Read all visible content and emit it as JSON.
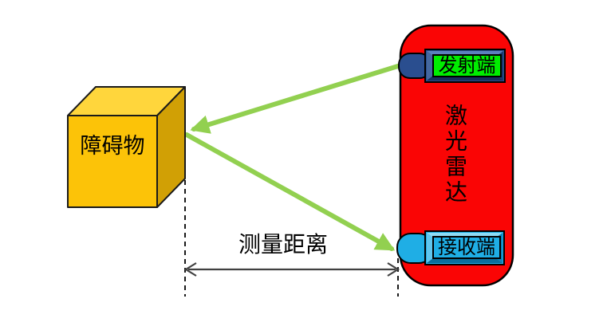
{
  "obstacle": {
    "label": "障碍物"
  },
  "lidar": {
    "label": "激光雷达",
    "transmitter_label": "发射端",
    "receiver_label": "接收端"
  },
  "measurement": {
    "label": "测量距离"
  },
  "colors": {
    "lidar_body_red": "#FA0505",
    "beam_green": "#92D050",
    "cube_front_yellow": "#FCC308",
    "cube_top_yellow": "#FFD63C",
    "cube_right_yellow": "#D1A005",
    "transmitter_navy": "#2A4E8F",
    "transmitter_screen_green": "#00EE00",
    "receiver_cyan": "#1FAEE5",
    "dimension_gray": "#404040"
  }
}
